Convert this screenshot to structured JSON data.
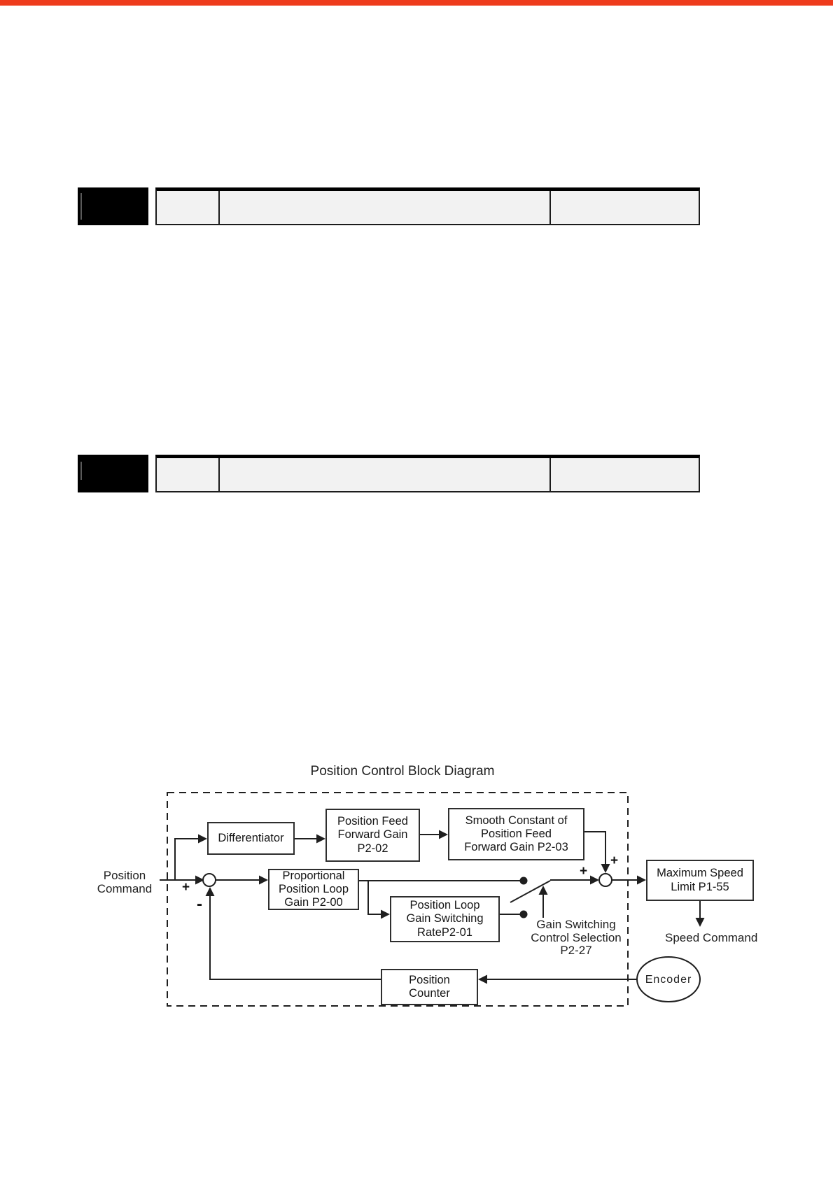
{
  "page": {
    "top_bar_color": "#ee3b1c",
    "background": "#ffffff",
    "table_fill": "#f2f2f2",
    "ink": "#1a1a1a"
  },
  "banners": [
    {
      "black_label": "",
      "cells": [
        "",
        "",
        ""
      ]
    },
    {
      "black_label": "",
      "cells": [
        "",
        "",
        ""
      ]
    }
  ],
  "diagram": {
    "title": "Position Control Block Diagram",
    "input_label": {
      "lines": [
        "Position",
        "Command"
      ]
    },
    "blocks": [
      {
        "name": "differentiator",
        "lines": [
          "Differentiator"
        ]
      },
      {
        "name": "position-feed-forward-gain",
        "lines": [
          "Position Feed",
          "Forward Gain",
          "P2-02"
        ]
      },
      {
        "name": "smooth-constant",
        "lines": [
          "Smooth Constant of",
          "Position Feed",
          "Forward Gain P2-03"
        ]
      },
      {
        "name": "proportional-position-loop-gain",
        "lines": [
          "Proportional",
          "Position Loop",
          "Gain P2-00"
        ]
      },
      {
        "name": "position-loop-gain-switching-rate",
        "lines": [
          "Position Loop",
          "Gain Switching",
          "RateP2-01"
        ]
      },
      {
        "name": "maximum-speed-limit",
        "lines": [
          "Maximum Speed",
          "Limit P1-55"
        ]
      },
      {
        "name": "position-counter",
        "lines": [
          "Position",
          "Counter"
        ]
      }
    ],
    "switch_label": {
      "lines": [
        "Gain Switching",
        "Control Selection",
        "P2-27"
      ]
    },
    "encoder_label": "Encoder",
    "speed_command_label": "Speed Command",
    "signs": {
      "sum1_plus": "+",
      "sum1_minus": "-",
      "sum2_plus_left": "+",
      "sum2_plus_top": "+"
    }
  }
}
